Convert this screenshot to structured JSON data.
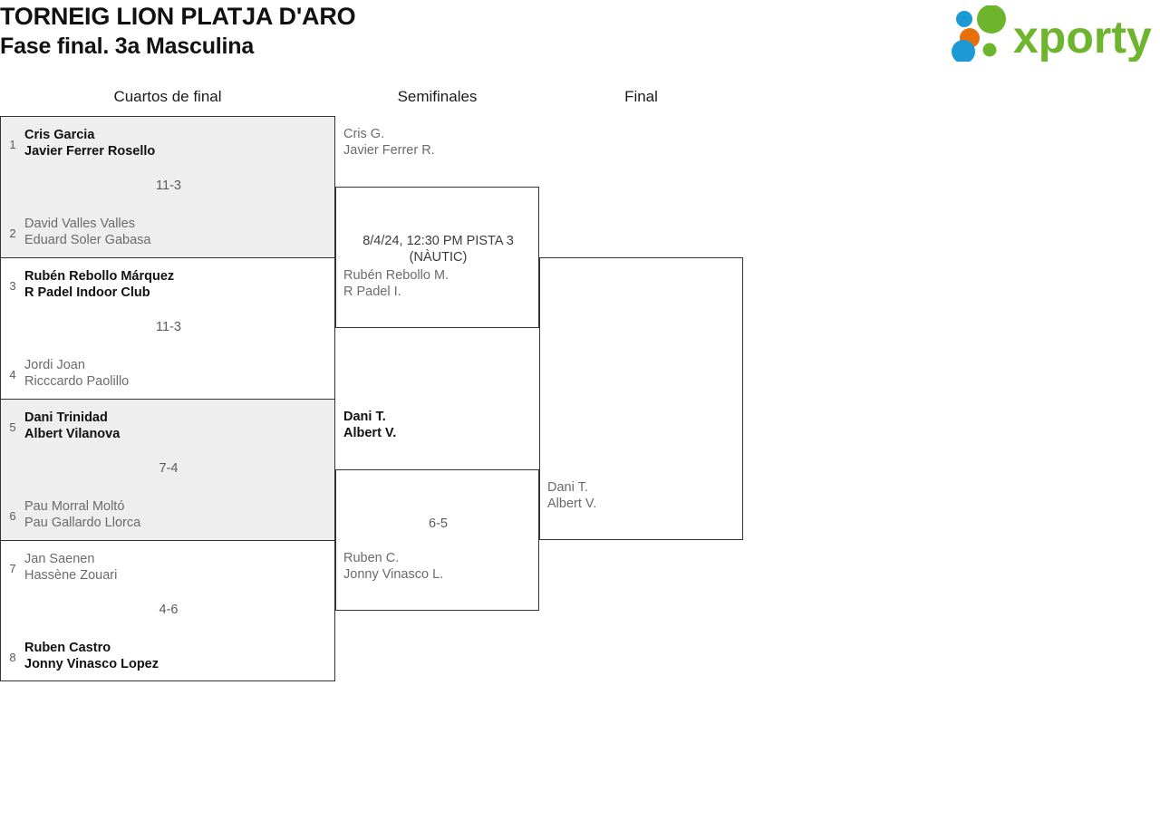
{
  "header": {
    "title_line1": "TORNEIG LION PLATJA D'ARO",
    "title_line2": "Fase final. 3a Masculina",
    "logo_text": "xporty",
    "logo_colors": {
      "green": "#6cb52d",
      "blue": "#1b9ad6",
      "orange": "#e8700a"
    }
  },
  "rounds": [
    {
      "label": "Cuartos de final"
    },
    {
      "label": "Semifinales"
    },
    {
      "label": "Final"
    }
  ],
  "bracket": {
    "quarterfinals": [
      {
        "score": "11-3",
        "shaded": true,
        "top": {
          "seed": "1",
          "player1": "Cris Garcia",
          "player2": "Javier Ferrer Rosello",
          "winner": true
        },
        "bottom": {
          "seed": "2",
          "player1": "David Valles Valles",
          "player2": "Eduard Soler Gabasa",
          "winner": false
        }
      },
      {
        "score": "11-3",
        "shaded": false,
        "top": {
          "seed": "3",
          "player1": "Rubén Rebollo Márquez",
          "player2": "R Padel Indoor Club",
          "winner": true
        },
        "bottom": {
          "seed": "4",
          "player1": "Jordi Joan",
          "player2": "Ricccardo Paolillo",
          "winner": false
        }
      },
      {
        "score": "7-4",
        "shaded": true,
        "top": {
          "seed": "5",
          "player1": "Dani Trinidad",
          "player2": "Albert Vilanova",
          "winner": true
        },
        "bottom": {
          "seed": "6",
          "player1": "Pau Morral Moltó",
          "player2": "Pau Gallardo Llorca",
          "winner": false
        }
      },
      {
        "score": "4-6",
        "shaded": false,
        "top": {
          "seed": "7",
          "player1": "Jan Saenen",
          "player2": "Hassène Zouari",
          "winner": false
        },
        "bottom": {
          "seed": "8",
          "player1": "Ruben Castro",
          "player2": "Jonny Vinasco Lopez",
          "winner": true
        }
      }
    ],
    "semifinals": [
      {
        "center_text": "8/4/24, 12:30 PM PISTA 3 (NÀUTIC)",
        "is_score": false,
        "top": {
          "player1": "Cris G.",
          "player2": "Javier Ferrer R.",
          "winner": false
        },
        "bottom": {
          "player1": "Rubén Rebollo M.",
          "player2": "R Padel I.",
          "winner": false
        }
      },
      {
        "center_text": "6-5",
        "is_score": true,
        "top": {
          "player1": "Dani T.",
          "player2": "Albert V.",
          "winner": true
        },
        "bottom": {
          "player1": "Ruben C.",
          "player2": "Jonny Vinasco L.",
          "winner": false
        }
      }
    ],
    "final": {
      "center_text": "",
      "top": {
        "player1": "",
        "player2": "",
        "winner": false
      },
      "bottom": {
        "player1": "Dani T.",
        "player2": "Albert V.",
        "winner": false
      }
    }
  }
}
